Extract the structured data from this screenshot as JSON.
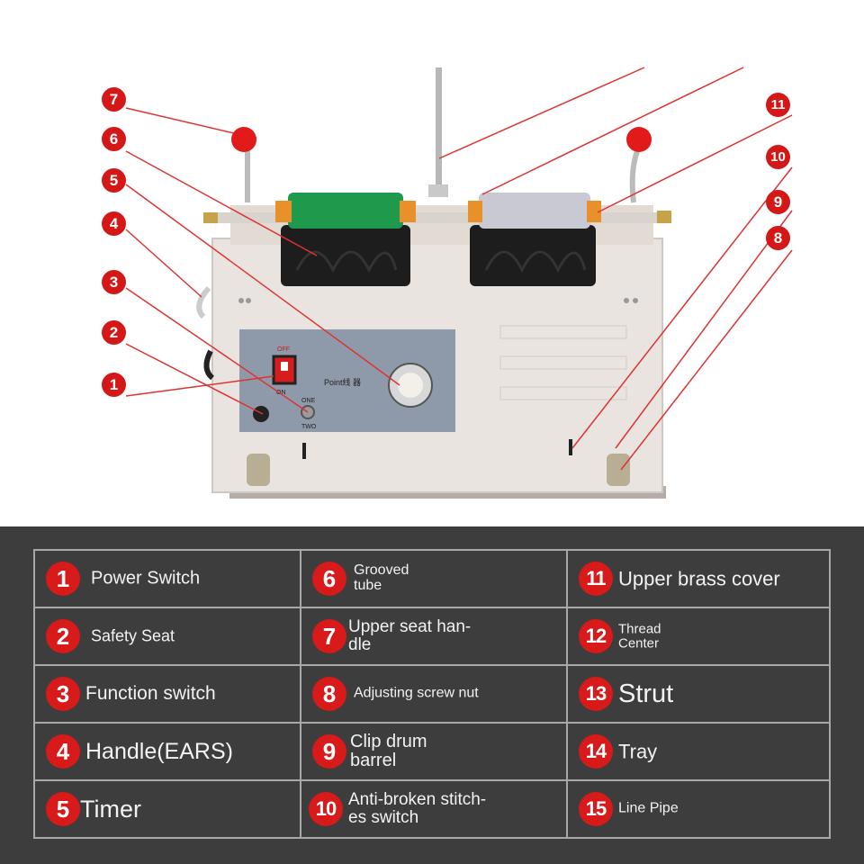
{
  "callout_numbers": [
    "7",
    "6",
    "5",
    "4",
    "3",
    "2",
    "1",
    "11",
    "10",
    "9",
    "8"
  ],
  "panel_texts": {
    "off": "OFF",
    "on": "ON",
    "one": "ONE",
    "two": "TWO",
    "point": "Point线 器"
  },
  "legend": [
    {
      "num": "1",
      "label": "Power Switch"
    },
    {
      "num": "2",
      "label": "Safety Seat"
    },
    {
      "num": "3",
      "label": "Function switch"
    },
    {
      "num": "4",
      "label": "Handle(EARS)"
    },
    {
      "num": "5",
      "label": "Timer"
    },
    {
      "num": "6",
      "label": "Grooved\ntube"
    },
    {
      "num": "7",
      "label": "Upper seat han-\ndle"
    },
    {
      "num": "8",
      "label": "Adjusting screw nut"
    },
    {
      "num": "9",
      "label": "Clip drum\nbarrel"
    },
    {
      "num": "10",
      "label": "Anti-broken stitch-\nes switch"
    },
    {
      "num": "11",
      "label": "Upper brass cover"
    },
    {
      "num": "12",
      "label": "Thread\nCenter"
    },
    {
      "num": "13",
      "label": "Strut"
    },
    {
      "num": "14",
      "label": "Tray"
    },
    {
      "num": "15",
      "label": "Line Pipe"
    }
  ],
  "colors": {
    "badge": "#d91a1a",
    "panel_bg": "#3d3d3d",
    "machine_body": "#e8e2dc",
    "thread_green": "#1f9a4c"
  }
}
